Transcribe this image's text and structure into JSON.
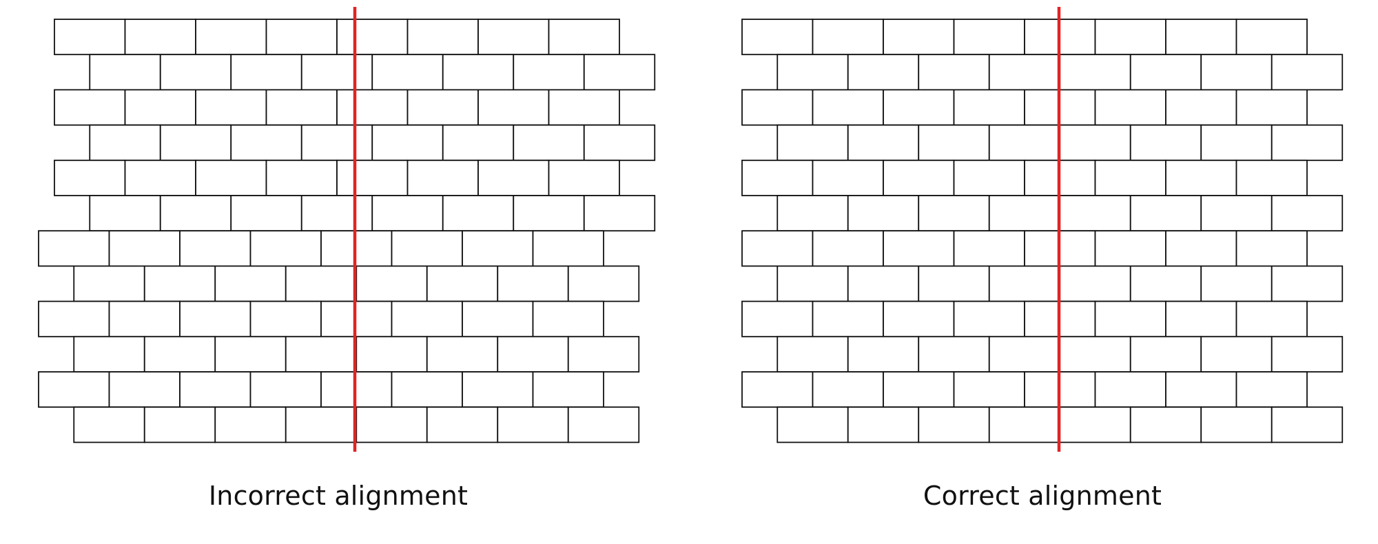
{
  "panels": [
    {
      "id": "incorrect",
      "caption": "Incorrect alignment",
      "marker_color": "#e02424",
      "rows": 12,
      "bricks_per_row": 8,
      "groups_shifted": true
    },
    {
      "id": "correct",
      "caption": "Correct alignment",
      "marker_color": "#e02424",
      "rows": 12,
      "bricks_per_row": 8,
      "groups_shifted": false
    }
  ]
}
